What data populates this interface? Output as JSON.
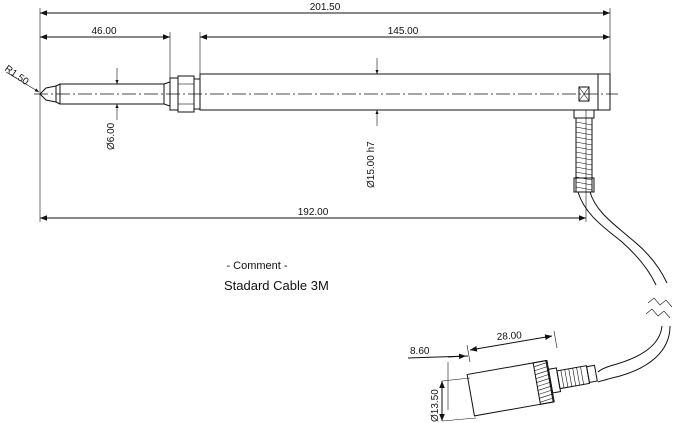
{
  "drawing": {
    "dimensions": {
      "overall_length": "201.50",
      "body_length": "145.00",
      "probe_length": "46.00",
      "reference_length": "192.00",
      "tip_radius": "R1.50",
      "probe_diameter": "Ø6.00",
      "body_diameter": "Ø15.00 h7",
      "connector_offset": "8.60",
      "connector_length": "28.00",
      "connector_diameter": "Ø13.50"
    },
    "comment_heading": "- Comment -",
    "comment_text": "Stadard Cable 3M"
  }
}
